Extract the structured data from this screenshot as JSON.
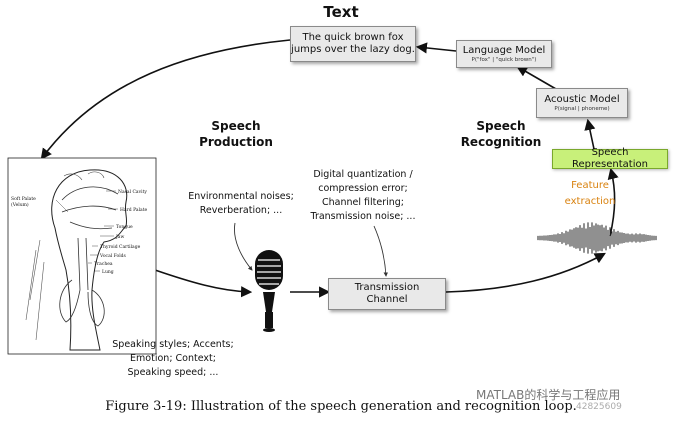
{
  "text_title": "Text",
  "text_box": {
    "line1": "The quick brown fox",
    "line2": "jumps over the lazy dog."
  },
  "language_model": {
    "title": "Language Model",
    "sub": "P(\"fox\" | \"quick brown\")"
  },
  "acoustic_model": {
    "title": "Acoustic Model",
    "sub": "P(signal | phoneme)"
  },
  "speech_representation": {
    "title": "Speech Representation"
  },
  "feature_extraction": {
    "line1": "Feature",
    "line2": "extraction"
  },
  "speech_production": {
    "line1": "Speech",
    "line2": "Production"
  },
  "speech_recognition": {
    "line1": "Speech",
    "line2": "Recognition"
  },
  "environmental_noise": {
    "line1": "Environmental noises;",
    "line2": "Reverberation; ..."
  },
  "digital_noise": {
    "line1": "Digital quantization /",
    "line2": "compression error;",
    "line3": "Channel filtering;",
    "line4": "Transmission noise; ..."
  },
  "transmission_channel": {
    "line1": "Transmission",
    "line2": "Channel"
  },
  "speaking_styles": {
    "line1": "Speaking styles; Accents;",
    "line2": "Emotion; Context;",
    "line3": "Speaking speed; ..."
  },
  "anatomy_labels": {
    "soft_palate": "Soft Palate",
    "velum": "(Velum)",
    "nasal_cavity": "Nasal Cavity",
    "hard_palate": "Hard Palate",
    "tongue": "Tongue",
    "jaw": "Jaw",
    "thyroid": "Thyroid Cartilage",
    "vocal_folds": "Vocal Folds",
    "trachea": "Trachea",
    "lung": "Lung"
  },
  "caption": "Figure 3-19: Illustration of the speech generation and recognition loop.",
  "watermark": "MATLAB的科学与工程应用",
  "watermark_id": "42825609",
  "colors": {
    "box_fill": "#e9e9e9",
    "speech_rep_fill": "#c8f07a",
    "feature_text": "#d9820f",
    "arrow": "#111111"
  }
}
